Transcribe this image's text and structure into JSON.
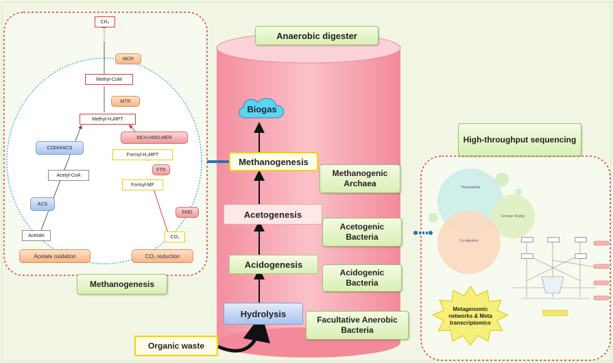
{
  "title": "Anaerobic digester",
  "biogas": "Biogas",
  "stages": {
    "methanogenesis": "Methanogenesis",
    "acetogenesis": "Acetogenesis",
    "acidogenesis": "Acidogenesis",
    "hydrolysis": "Hydrolysis"
  },
  "microbes": {
    "methanogenic": "Methanogenic Archaea",
    "acetogenic": "Acetogenic Bacteria",
    "acidogenic": "Acidogenic Bacteria",
    "facultative": "Facultative Anerobic Bacteria"
  },
  "organic_waste": "Organic waste",
  "left_panel": {
    "caption": "Methanogenesis",
    "ch4": "CH₄",
    "mcr": "MCR",
    "methyl_com": "Methyl-CoM",
    "mtr": "MTR",
    "methyl_h4mpt": "Methyl-H₄MPT",
    "mch_hmd_mer": "MCH,HMD,MER",
    "formyl_h4mpt": "Formyl-H₄MPT",
    "ftr": "FTR",
    "formyl_mf": "Formyl-MF",
    "fmd": "FMD",
    "co2": "CO₂",
    "codh_acs": "CODH/ACS",
    "acetyl_coa": "Acetyl-CoA",
    "acs": "ACS",
    "acetate": "Acetate",
    "acetate_oxidation": "Acetate oxidation",
    "co2_reduction": "CO₂ reduction"
  },
  "right_panel": {
    "header": "High-throughput sequencing",
    "bubble_a": "Thermophilic",
    "bubble_b": "Sewage Sludge",
    "bubble_c": "Co-digestion",
    "burst": "Metagenomic networks & Meta transcriptomics"
  },
  "colors": {
    "background": "#f1f6e4",
    "cylinder": "#f6a7b3",
    "dashed_border": "#d83a3a",
    "dotted_circle": "#4fb6e0",
    "connector": "#2e6fb0"
  }
}
